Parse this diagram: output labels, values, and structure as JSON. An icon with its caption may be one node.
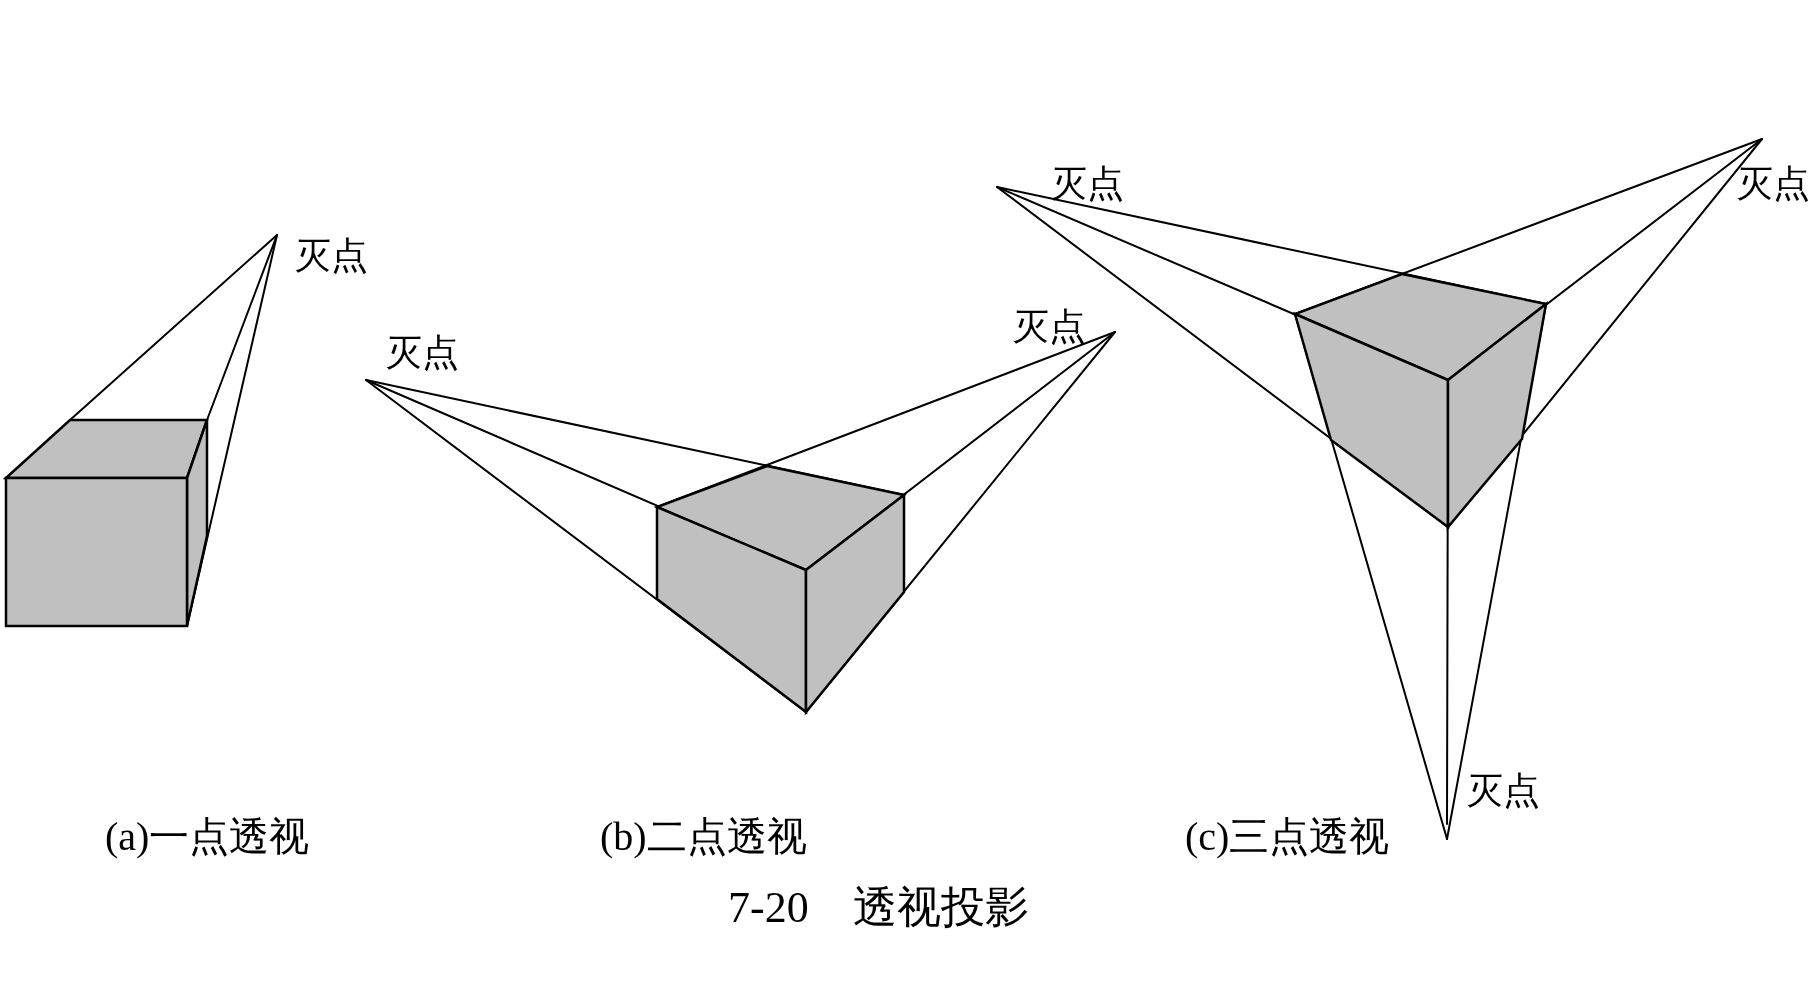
{
  "diagram": {
    "caption": "7-20　透视投影",
    "labels": [
      "灭点",
      "(a)一点透视",
      "灭点",
      "灭点",
      "(b)二点透视",
      "灭点",
      "灭点",
      "灭点",
      "(c)三点透视"
    ]
  }
}
